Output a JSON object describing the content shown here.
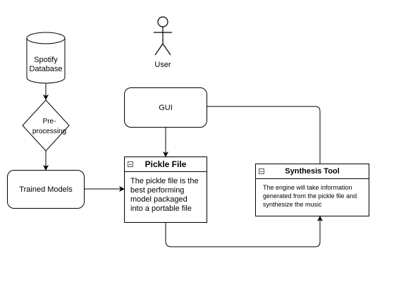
{
  "nodes": {
    "user": {
      "label": "User"
    },
    "database": {
      "label_line1": "Spotify",
      "label_line2": "Database"
    },
    "preprocessing": {
      "label_line1": "Pre-",
      "label_line2": "processing"
    },
    "trained_models": {
      "label": "Trained Models"
    },
    "gui": {
      "label": "GUI"
    },
    "pickle_file": {
      "title": "Pickle File",
      "body": "The pickle file is the best performing model packaged into a portable file"
    },
    "synthesis_tool": {
      "title": "Synthesis Tool",
      "body": "The engine will take information generated from the pickle file and synthesize the music"
    }
  }
}
